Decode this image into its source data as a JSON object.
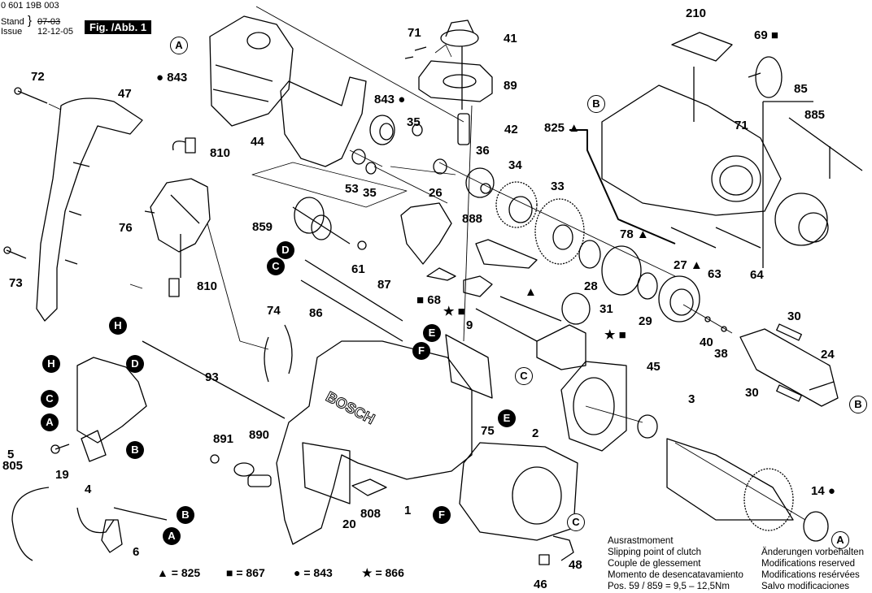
{
  "header": {
    "doc_number": "0 601 19B 003",
    "stand_label": "Stand",
    "issue_label": "Issue",
    "stand_date_struck": "07-03",
    "issue_date": "12-12-05",
    "figure_label": "Fig. /Abb. 1"
  },
  "part_labels": [
    {
      "id": "p843a",
      "text": "● 843"
    },
    {
      "id": "p72",
      "text": "72"
    },
    {
      "id": "p47",
      "text": "47"
    },
    {
      "id": "p810a",
      "text": "810"
    },
    {
      "id": "p76",
      "text": "76"
    },
    {
      "id": "p810b",
      "text": "810"
    },
    {
      "id": "p73",
      "text": "73"
    },
    {
      "id": "p44",
      "text": "44"
    },
    {
      "id": "p843b",
      "text": "843 ●"
    },
    {
      "id": "p35a",
      "text": "35"
    },
    {
      "id": "p53",
      "text": "53"
    },
    {
      "id": "p35b",
      "text": "35"
    },
    {
      "id": "p71a",
      "text": "71"
    },
    {
      "id": "p41",
      "text": "41"
    },
    {
      "id": "p89",
      "text": "89"
    },
    {
      "id": "p42",
      "text": "42"
    },
    {
      "id": "p36",
      "text": "36"
    },
    {
      "id": "p34",
      "text": "34"
    },
    {
      "id": "p26",
      "text": "26"
    },
    {
      "id": "p33",
      "text": "33"
    },
    {
      "id": "p859",
      "text": "859"
    },
    {
      "id": "p61",
      "text": "61"
    },
    {
      "id": "p888",
      "text": "888"
    },
    {
      "id": "p87",
      "text": "87"
    },
    {
      "id": "p86",
      "text": "86"
    },
    {
      "id": "p68",
      "text": "■ 68"
    },
    {
      "id": "ptri",
      "text": "▲"
    },
    {
      "id": "pstarsq",
      "text": "★ ■"
    },
    {
      "id": "p74",
      "text": "74"
    },
    {
      "id": "p93",
      "text": "93"
    },
    {
      "id": "p9",
      "text": "9"
    },
    {
      "id": "p210",
      "text": "210"
    },
    {
      "id": "p69",
      "text": "69 ■"
    },
    {
      "id": "p85",
      "text": "85"
    },
    {
      "id": "p885",
      "text": "885"
    },
    {
      "id": "p71b",
      "text": "71"
    },
    {
      "id": "p825",
      "text": "825 ▲"
    },
    {
      "id": "p78",
      "text": "78 ▲"
    },
    {
      "id": "p27",
      "text": "27 ▲"
    },
    {
      "id": "p63",
      "text": "63"
    },
    {
      "id": "p64",
      "text": "64"
    },
    {
      "id": "p28",
      "text": "28"
    },
    {
      "id": "p31",
      "text": "31"
    },
    {
      "id": "p29",
      "text": "29"
    },
    {
      "id": "pstarsq2",
      "text": "★ ■"
    },
    {
      "id": "p40",
      "text": "40"
    },
    {
      "id": "p38",
      "text": "38"
    },
    {
      "id": "p30a",
      "text": "30"
    },
    {
      "id": "p24",
      "text": "24"
    },
    {
      "id": "p30b",
      "text": "30"
    },
    {
      "id": "p45",
      "text": "45"
    },
    {
      "id": "p3",
      "text": "3"
    },
    {
      "id": "p14",
      "text": "14 ●"
    },
    {
      "id": "p5",
      "text": "5"
    },
    {
      "id": "p805",
      "text": "805"
    },
    {
      "id": "p19",
      "text": "19"
    },
    {
      "id": "p4",
      "text": "4"
    },
    {
      "id": "p6",
      "text": "6"
    },
    {
      "id": "p891",
      "text": "891"
    },
    {
      "id": "p890",
      "text": "890"
    },
    {
      "id": "p20",
      "text": "20"
    },
    {
      "id": "p808",
      "text": "808"
    },
    {
      "id": "p1",
      "text": "1"
    },
    {
      "id": "p75",
      "text": "75"
    },
    {
      "id": "p2",
      "text": "2"
    },
    {
      "id": "p48",
      "text": "48"
    },
    {
      "id": "p46",
      "text": "46"
    }
  ],
  "connectors": [
    {
      "id": "cA1",
      "letter": "A",
      "style": "outline"
    },
    {
      "id": "cB1",
      "letter": "B",
      "style": "outline"
    },
    {
      "id": "cD1",
      "letter": "D",
      "style": "filled"
    },
    {
      "id": "cC1",
      "letter": "C",
      "style": "filled"
    },
    {
      "id": "cE1",
      "letter": "E",
      "style": "filled"
    },
    {
      "id": "cF1",
      "letter": "F",
      "style": "filled"
    },
    {
      "id": "cH1",
      "letter": "H",
      "style": "filled"
    },
    {
      "id": "cH2",
      "letter": "H",
      "style": "filled"
    },
    {
      "id": "cD2",
      "letter": "D",
      "style": "filled"
    },
    {
      "id": "cC2",
      "letter": "C",
      "style": "filled"
    },
    {
      "id": "cA2",
      "letter": "A",
      "style": "filled"
    },
    {
      "id": "cB2",
      "letter": "B",
      "style": "filled"
    },
    {
      "id": "cB3",
      "letter": "B",
      "style": "filled"
    },
    {
      "id": "cA3",
      "letter": "A",
      "style": "filled"
    },
    {
      "id": "cC3",
      "letter": "C",
      "style": "outline"
    },
    {
      "id": "cB4",
      "letter": "B",
      "style": "outline"
    },
    {
      "id": "cE2",
      "letter": "E",
      "style": "filled"
    },
    {
      "id": "cF2",
      "letter": "F",
      "style": "filled"
    },
    {
      "id": "cC4",
      "letter": "C",
      "style": "outline"
    },
    {
      "id": "cA4",
      "letter": "A",
      "style": "outline"
    }
  ],
  "legend": [
    {
      "symbol": "▲",
      "text": "= 825"
    },
    {
      "symbol": "■",
      "text": "= 867"
    },
    {
      "symbol": "●",
      "text": "= 843"
    },
    {
      "symbol": "★",
      "text": "= 866"
    }
  ],
  "clutch_note": [
    "Ausrastmoment",
    "Slipping point of clutch",
    "Couple de glessement",
    "Momento de desencatavamiento",
    "Pos.  59 / 859  =   9,5  –  12,5Nm"
  ],
  "modifications_note": [
    "Änderungen vorbehalten",
    "Modifications reserved",
    "Modifications resérvées",
    "Salvo modificaciones"
  ],
  "housing_brand": "BOSCH"
}
